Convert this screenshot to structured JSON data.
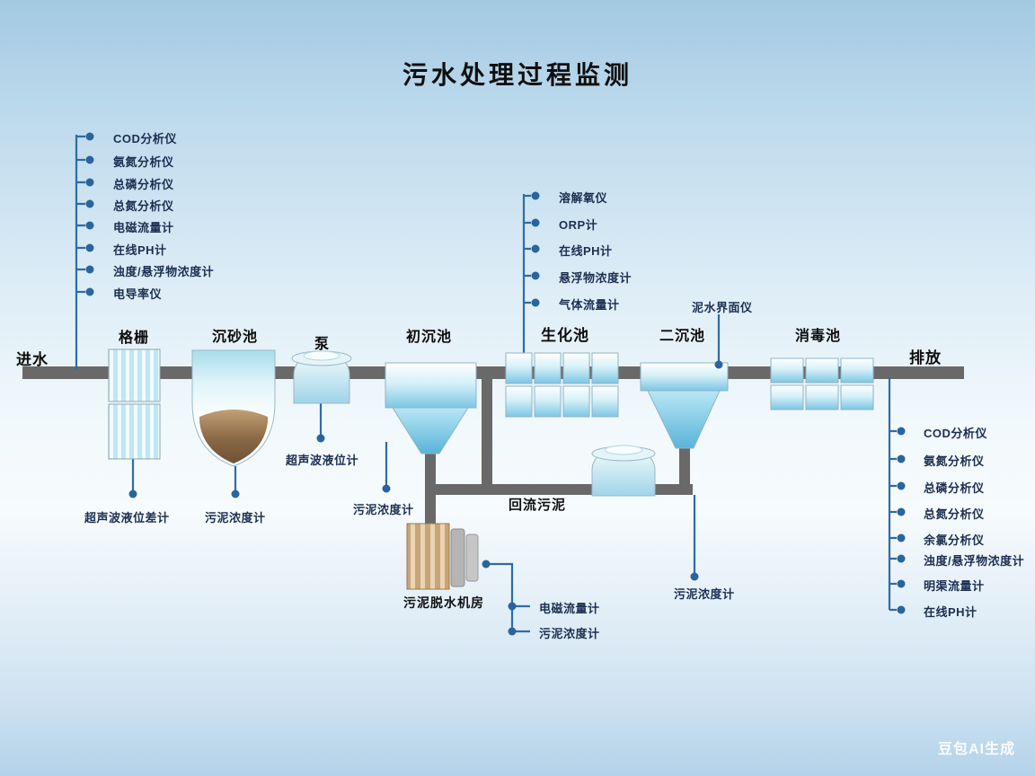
{
  "title": "污水处理过程监测",
  "watermark": "豆包AI生成",
  "labels": {
    "inlet": "进水",
    "outlet": "排放",
    "return_sludge": "回流污泥",
    "dewatering_room": "污泥脱水机房"
  },
  "units": {
    "grid": "格栅",
    "grit_chamber": "沉砂池",
    "pump": "泵",
    "primary_tank": "初沉池",
    "bio_tank": "生化池",
    "secondary_tank": "二沉池",
    "disinfection_tank": "消毒池"
  },
  "sensors": {
    "influent": [
      "COD分析仪",
      "氨氮分析仪",
      "总磷分析仪",
      "总氮分析仪",
      "电磁流量计",
      "在线PH计",
      "浊度/悬浮物浓度计",
      "电导率仪"
    ],
    "bio_tank": [
      "溶解氧仪",
      "ORP计",
      "在线PH计",
      "悬浮物浓度计",
      "气体流量计"
    ],
    "secondary_tank": "泥水界面仪",
    "effluent": [
      "COD分析仪",
      "氨氮分析仪",
      "总磷分析仪",
      "总氮分析仪",
      "余氯分析仪",
      "浊度/悬浮物浓度计",
      "明渠流量计",
      "在线PH计"
    ],
    "grid_bottom": "超声波液位差计",
    "grit_bottom": "污泥浓度计",
    "pump_bottom": "超声波液位计",
    "primary_bottom": "污泥浓度计",
    "return_line": "污泥浓度计",
    "dewatering": [
      "电磁流量计",
      "污泥浓度计"
    ]
  },
  "colors": {
    "pipe": "#696969",
    "sensor_line": "#2e6ca4",
    "sensor_dot": "#2a649c",
    "tank_fill": "#7cc6e4",
    "sediment": "#8a6845",
    "background_top": "#a3c9e2"
  }
}
